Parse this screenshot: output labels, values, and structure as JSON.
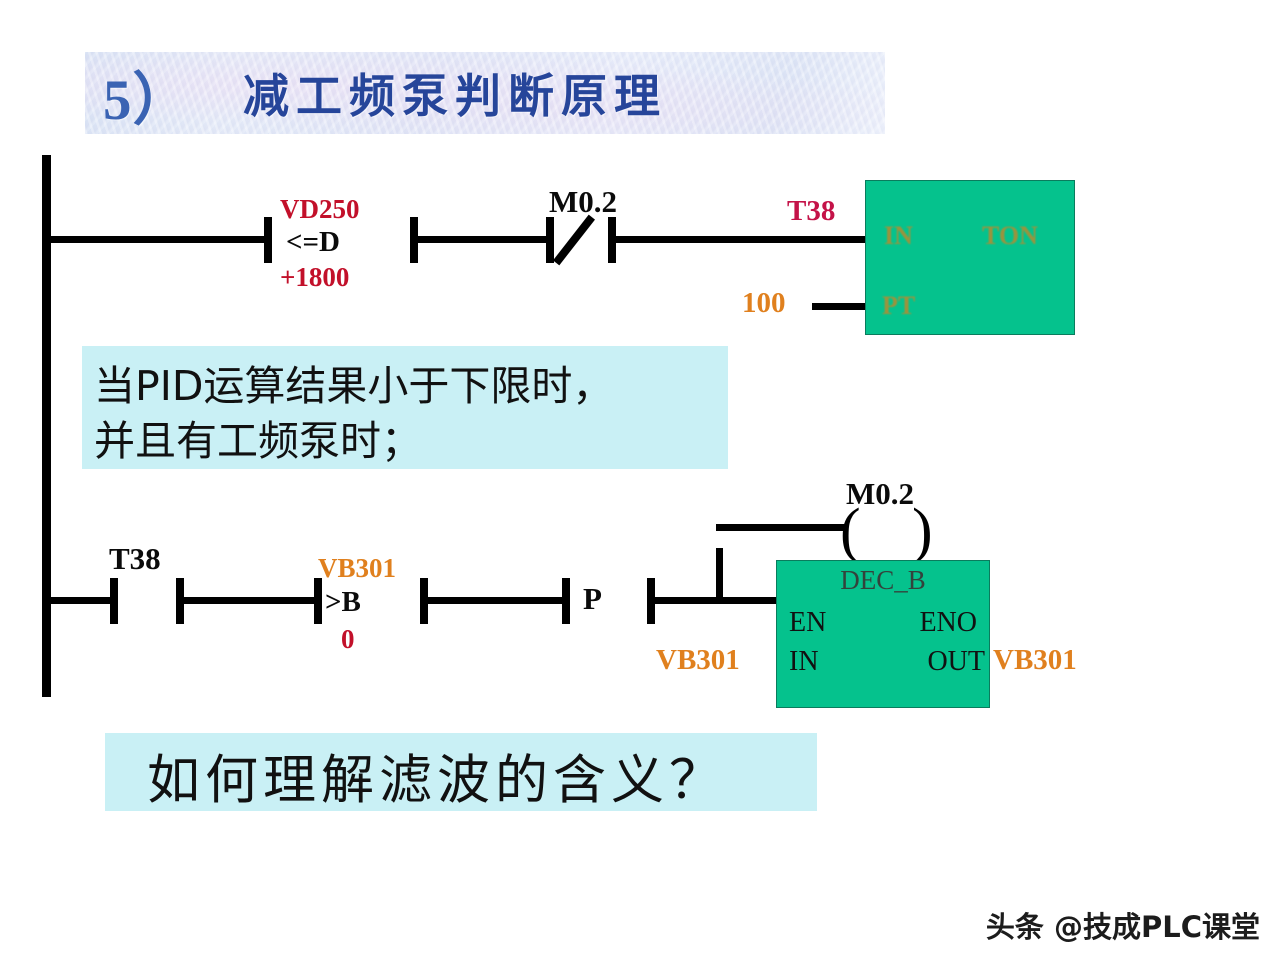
{
  "slide": {
    "title": {
      "number": "5）",
      "text": "减工频泵判断原理"
    },
    "watermark": "头条 @技成PLC课堂"
  },
  "colors": {
    "block_green": "#05c28d",
    "callout_cyan": "#c9f0f5",
    "label_red": "#c2102a",
    "label_orange": "#e0801e",
    "label_crimson": "#c41248",
    "title_blue": "#26459a"
  },
  "rungs": [
    {
      "id": "rung-1",
      "elements": {
        "compare_contact": {
          "operand": "VD250",
          "operator": "<=D",
          "value": "+1800"
        },
        "nc_contact": {
          "label": "M0.2"
        },
        "timer_block": {
          "name": "T38",
          "preset": "100",
          "pin_en": "IN",
          "pin_type": "TON",
          "pin_pt": "PT"
        }
      }
    },
    {
      "id": "rung-2",
      "elements": {
        "no_contact": {
          "label": "T38"
        },
        "compare_contact": {
          "operand": "VB301",
          "operator": ">B",
          "value": "0"
        },
        "edge_contact": {
          "label": "P"
        },
        "coil": {
          "label": "M0.2"
        },
        "dec_block": {
          "title": "DEC_B",
          "pin_en": "EN",
          "pin_eno": "ENO",
          "pin_in": "IN",
          "pin_out": "OUT",
          "in_operand": "VB301",
          "out_operand": "VB301"
        }
      }
    }
  ],
  "callouts": [
    {
      "id": "callout-condition",
      "lines": [
        "当PID运算结果小于下限时，",
        "并且有工频泵时；"
      ]
    },
    {
      "id": "callout-question",
      "lines": [
        "如何理解滤波的含义？"
      ]
    }
  ]
}
